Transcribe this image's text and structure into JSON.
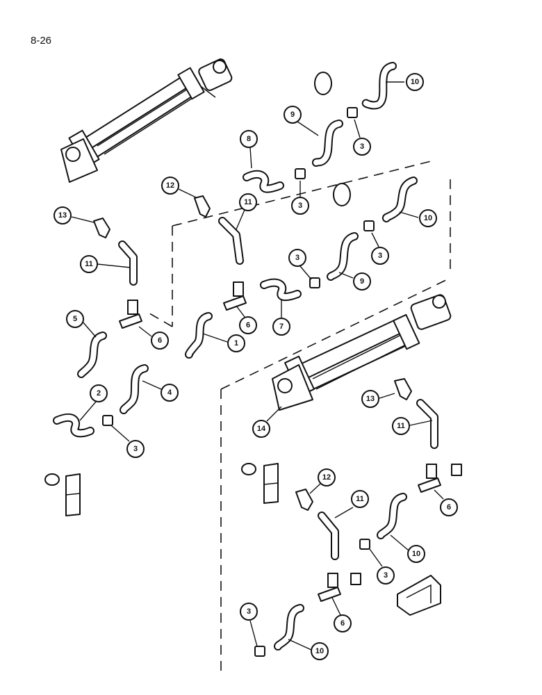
{
  "page_label": "8-26",
  "callouts": [
    {
      "id": "c10a",
      "label": "10"
    },
    {
      "id": "c9a",
      "label": "9"
    },
    {
      "id": "c3a",
      "label": "3"
    },
    {
      "id": "c8",
      "label": "8"
    },
    {
      "id": "c12a",
      "label": "12"
    },
    {
      "id": "c3b",
      "label": "3"
    },
    {
      "id": "c11a",
      "label": "11"
    },
    {
      "id": "c13a",
      "label": "13"
    },
    {
      "id": "c10b",
      "label": "10"
    },
    {
      "id": "c3c",
      "label": "3"
    },
    {
      "id": "c11b",
      "label": "11"
    },
    {
      "id": "c3d",
      "label": "3"
    },
    {
      "id": "c9b",
      "label": "9"
    },
    {
      "id": "c5",
      "label": "5"
    },
    {
      "id": "c6a",
      "label": "6"
    },
    {
      "id": "c6b",
      "label": "6"
    },
    {
      "id": "c7",
      "label": "7"
    },
    {
      "id": "c1",
      "label": "1"
    },
    {
      "id": "c4",
      "label": "4"
    },
    {
      "id": "c2",
      "label": "2"
    },
    {
      "id": "c3e",
      "label": "3"
    },
    {
      "id": "c14",
      "label": "14"
    },
    {
      "id": "c13b",
      "label": "13"
    },
    {
      "id": "c11c",
      "label": "11"
    },
    {
      "id": "c12b",
      "label": "12"
    },
    {
      "id": "c11d",
      "label": "11"
    },
    {
      "id": "c6c",
      "label": "6"
    },
    {
      "id": "c10c",
      "label": "10"
    },
    {
      "id": "c3f",
      "label": "3"
    },
    {
      "id": "c3g",
      "label": "3"
    },
    {
      "id": "c6d",
      "label": "6"
    },
    {
      "id": "c10d",
      "label": "10"
    }
  ]
}
